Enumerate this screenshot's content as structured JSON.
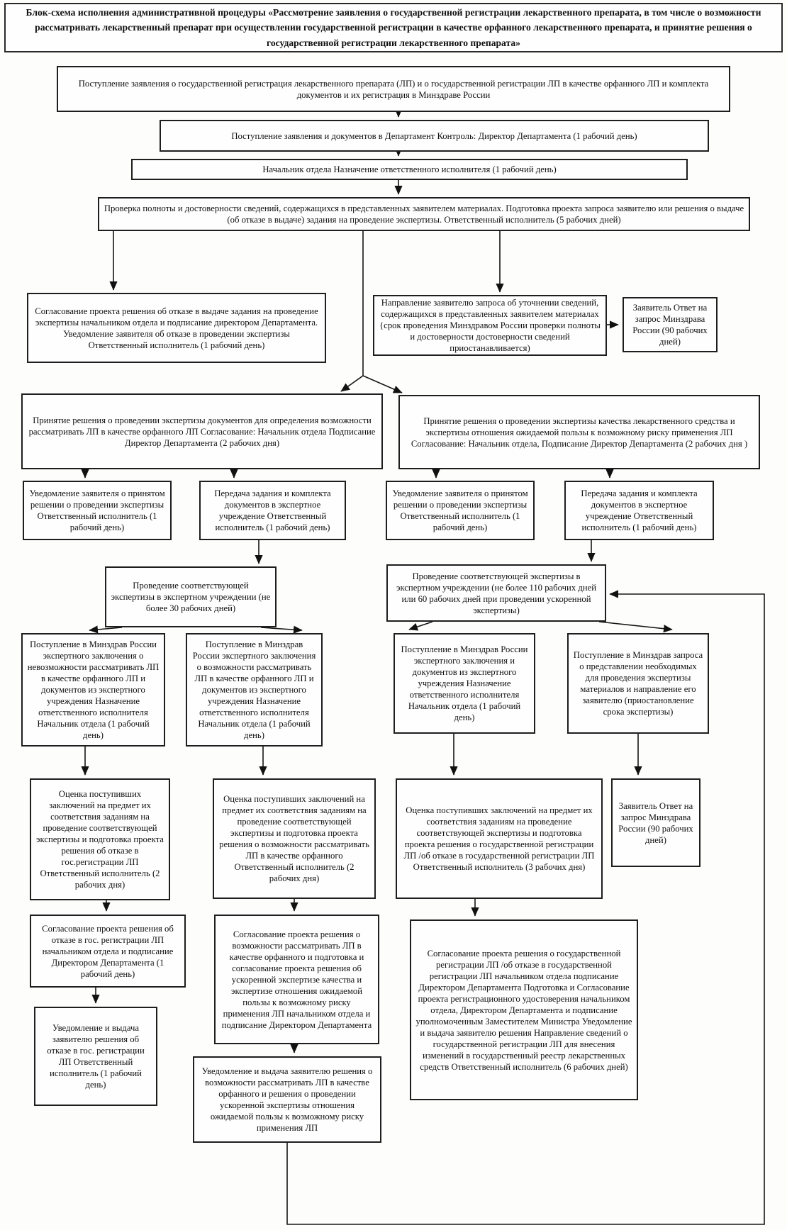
{
  "title": "Блок-схема исполнения административной процедуры «Рассмотрение заявления о государственной регистрации лекарственного препарата, в том числе о возможности рассматривать лекарственный препарат при осуществлении государственной регистрации в качестве орфанного лекарственного препарата, и принятие решения о государственной регистрации лекарственного препарата»",
  "nodes": {
    "application_received": "Поступление заявления о государственной регистрация лекарственного препарата (ЛП) и о государственной регистрации ЛП в качестве орфанного ЛП и комплекта документов и их регистрация в Минздраве России",
    "department_intake": "Поступление заявления и документов в Департамент Контроль: Директор Департамента (1 рабочий день)",
    "assign_executor": "Начальник отдела Назначение ответственного исполнителя (1 рабочий день)",
    "completeness_check": "Проверка полноты и достоверности сведений, содержащихся в представленных заявителем материалах. Подготовка проекта запроса заявителю или решения о выдаче (об отказе в выдаче) задания на проведение экспертизы.  Ответственный исполнитель (5 рабочих дней)",
    "refusal_approval": "Согласование проекта решения об отказе в выдаче задания на проведение экспертизы начальником отдела и подписание директором Департамента. Уведомление заявителя об отказе в проведении экспертизы Ответственный исполнитель (1 рабочий день)",
    "clarification_request": "Направление заявителю запроса об уточнении сведений, содержащихся в представленных заявителем материалах {срок проведения Минздравом России проверки полноты и достоверности достоверности сведений приостанавливается)",
    "applicant_response_top": "Заявитель Ответ на запрос Минздрава России (90 рабочих дней)",
    "orphan_expertise_decision": "Принятие решения о проведении экспертизы документов для определения возможности рассматривать ЛП в качестве орфанного ЛП Согласование: Начальник отдела Подписание Директор Департамента (2 рабочих дня)",
    "quality_expertise_decision": "Принятие решения о проведении экспертизы качества лекарственного средства и экспертизы отношения ожидаемой пользы к возможному риску применения ЛП Согласование: Начальник отдела, Подписание Директор Департамента (2 рабочих дня )",
    "notify_decision_orphan": "Уведомление заявителя о принятом решении о проведении экспертизы Ответственный исполнитель (1 рабочий день)",
    "transfer_documents_orphan": "Передача задания и комплекта документов в экспертное учреждение Ответственный исполнитель (1 рабочий день)",
    "notify_decision_quality": "Уведомление заявителя о принятом решении о проведении экспертизы Ответственный исполнитель (1 рабочий день)",
    "transfer_documents_quality": "Передача задания и комплекта документов в экспертное учреждение Ответственный исполнитель (1 рабочий день)",
    "expertise_30_days": "Проведение соответствующей экспертизы в экспертном учреждении (не более 30 рабочих дней)",
    "expertise_110_days": "Проведение соответствующей экспертизы в экспертном учреждении (не более 110 рабочих дней или 60 рабочих дней при проведении ускоренной экспертизы)",
    "conclusion_impossible_orphan": "Поступление в Минздрав России экспертного заключения о невозможности рассматривать ЛП в качестве орфанного ЛП и документов из экспертного учреждения Назначение ответственного исполнителя Начальник отдела (1 рабочий день)",
    "conclusion_possible_orphan": "Поступление в Минздрав России экспертного заключения о возможности рассматривать ЛП в качестве орфанного ЛП и документов из экспертного учреждения Назначение ответственного исполнителя Начальник отдела (1 рабочий день)",
    "conclusion_received": "Поступление в Минздрав России экспертного заключения и документов из экспертного учреждения Назначение ответственного исполнителя Начальник отдела (1 рабочий день)",
    "materials_request": "Поступление в Минздрав запроса о представлении необходимых для проведения экспертизы материалов и направление его заявителю (приостановление срока экспертизы)",
    "evaluation_refusal": "Оценка поступивших заключений на предмет их соответствия заданиям на проведение соответствующей экспертизы и подготовка проекта решения об отказе в гос.регистрации ЛП Ответственный исполнитель (2 рабочих дня)",
    "evaluation_orphan": "Оценка поступивших заключений на предмет их соответствия заданиям на проведение соответствующей экспертизы и подготовка проекта решения о возможности рассматривать ЛП в качестве орфанного Ответственный исполнитель (2 рабочих дня)",
    "evaluation_registration": "Оценка поступивших заключений на предмет их соответствия заданиям на проведение соответствующей экспертизы и подготовка проекта решения о государственной регистрации ЛП /об отказе в государственной регистрации ЛП Ответственный исполнитель (3 рабочих дня)",
    "applicant_response_bottom": "Заявитель Ответ на запрос Минздрава России (90 рабочих дней)",
    "approval_refusal": "Согласование проекта решения об отказе в гос. регистрации ЛП начальником отдела и подписание Директором Департамента (1 рабочий день)",
    "approval_orphan": "Согласование проекта решения о возможности рассматривать ЛП в качестве орфанного и подготовка и согласование проекта решения об ускоренной экспертизе качества и экспертизе отношения ожидаемой пользы к возможному риску применения ЛП начальником отдела и подписание Директором Департамента",
    "approval_registration": "Согласование проекта решения о государственной регистрации ЛП /об отказе в государственной регистрации ЛП начальником отдела подписание Директором Департамента Подготовка и Согласование проекта регистрационного удостоверения начальником отдела, Директором Департамента и подписание уполномоченным Заместителем Министра Уведомление и выдача заявителю решения Направление сведений о государственной регистрации ЛП для внесения изменений в государственный реестр лекарственных средств Ответственный исполнитель (6 рабочих дней)",
    "issue_refusal": "Уведомление и выдача заявителю решения об отказе в гос. регистрации ЛП Ответственный исполнитель (1 рабочий день)",
    "issue_orphan": "Уведомление и выдача заявителю решения о возможности рассматривать ЛП в качестве орфанного и решения о проведении ускоренной экспертизы отношения ожидаемой пользы к возможному риску применения ЛП"
  }
}
